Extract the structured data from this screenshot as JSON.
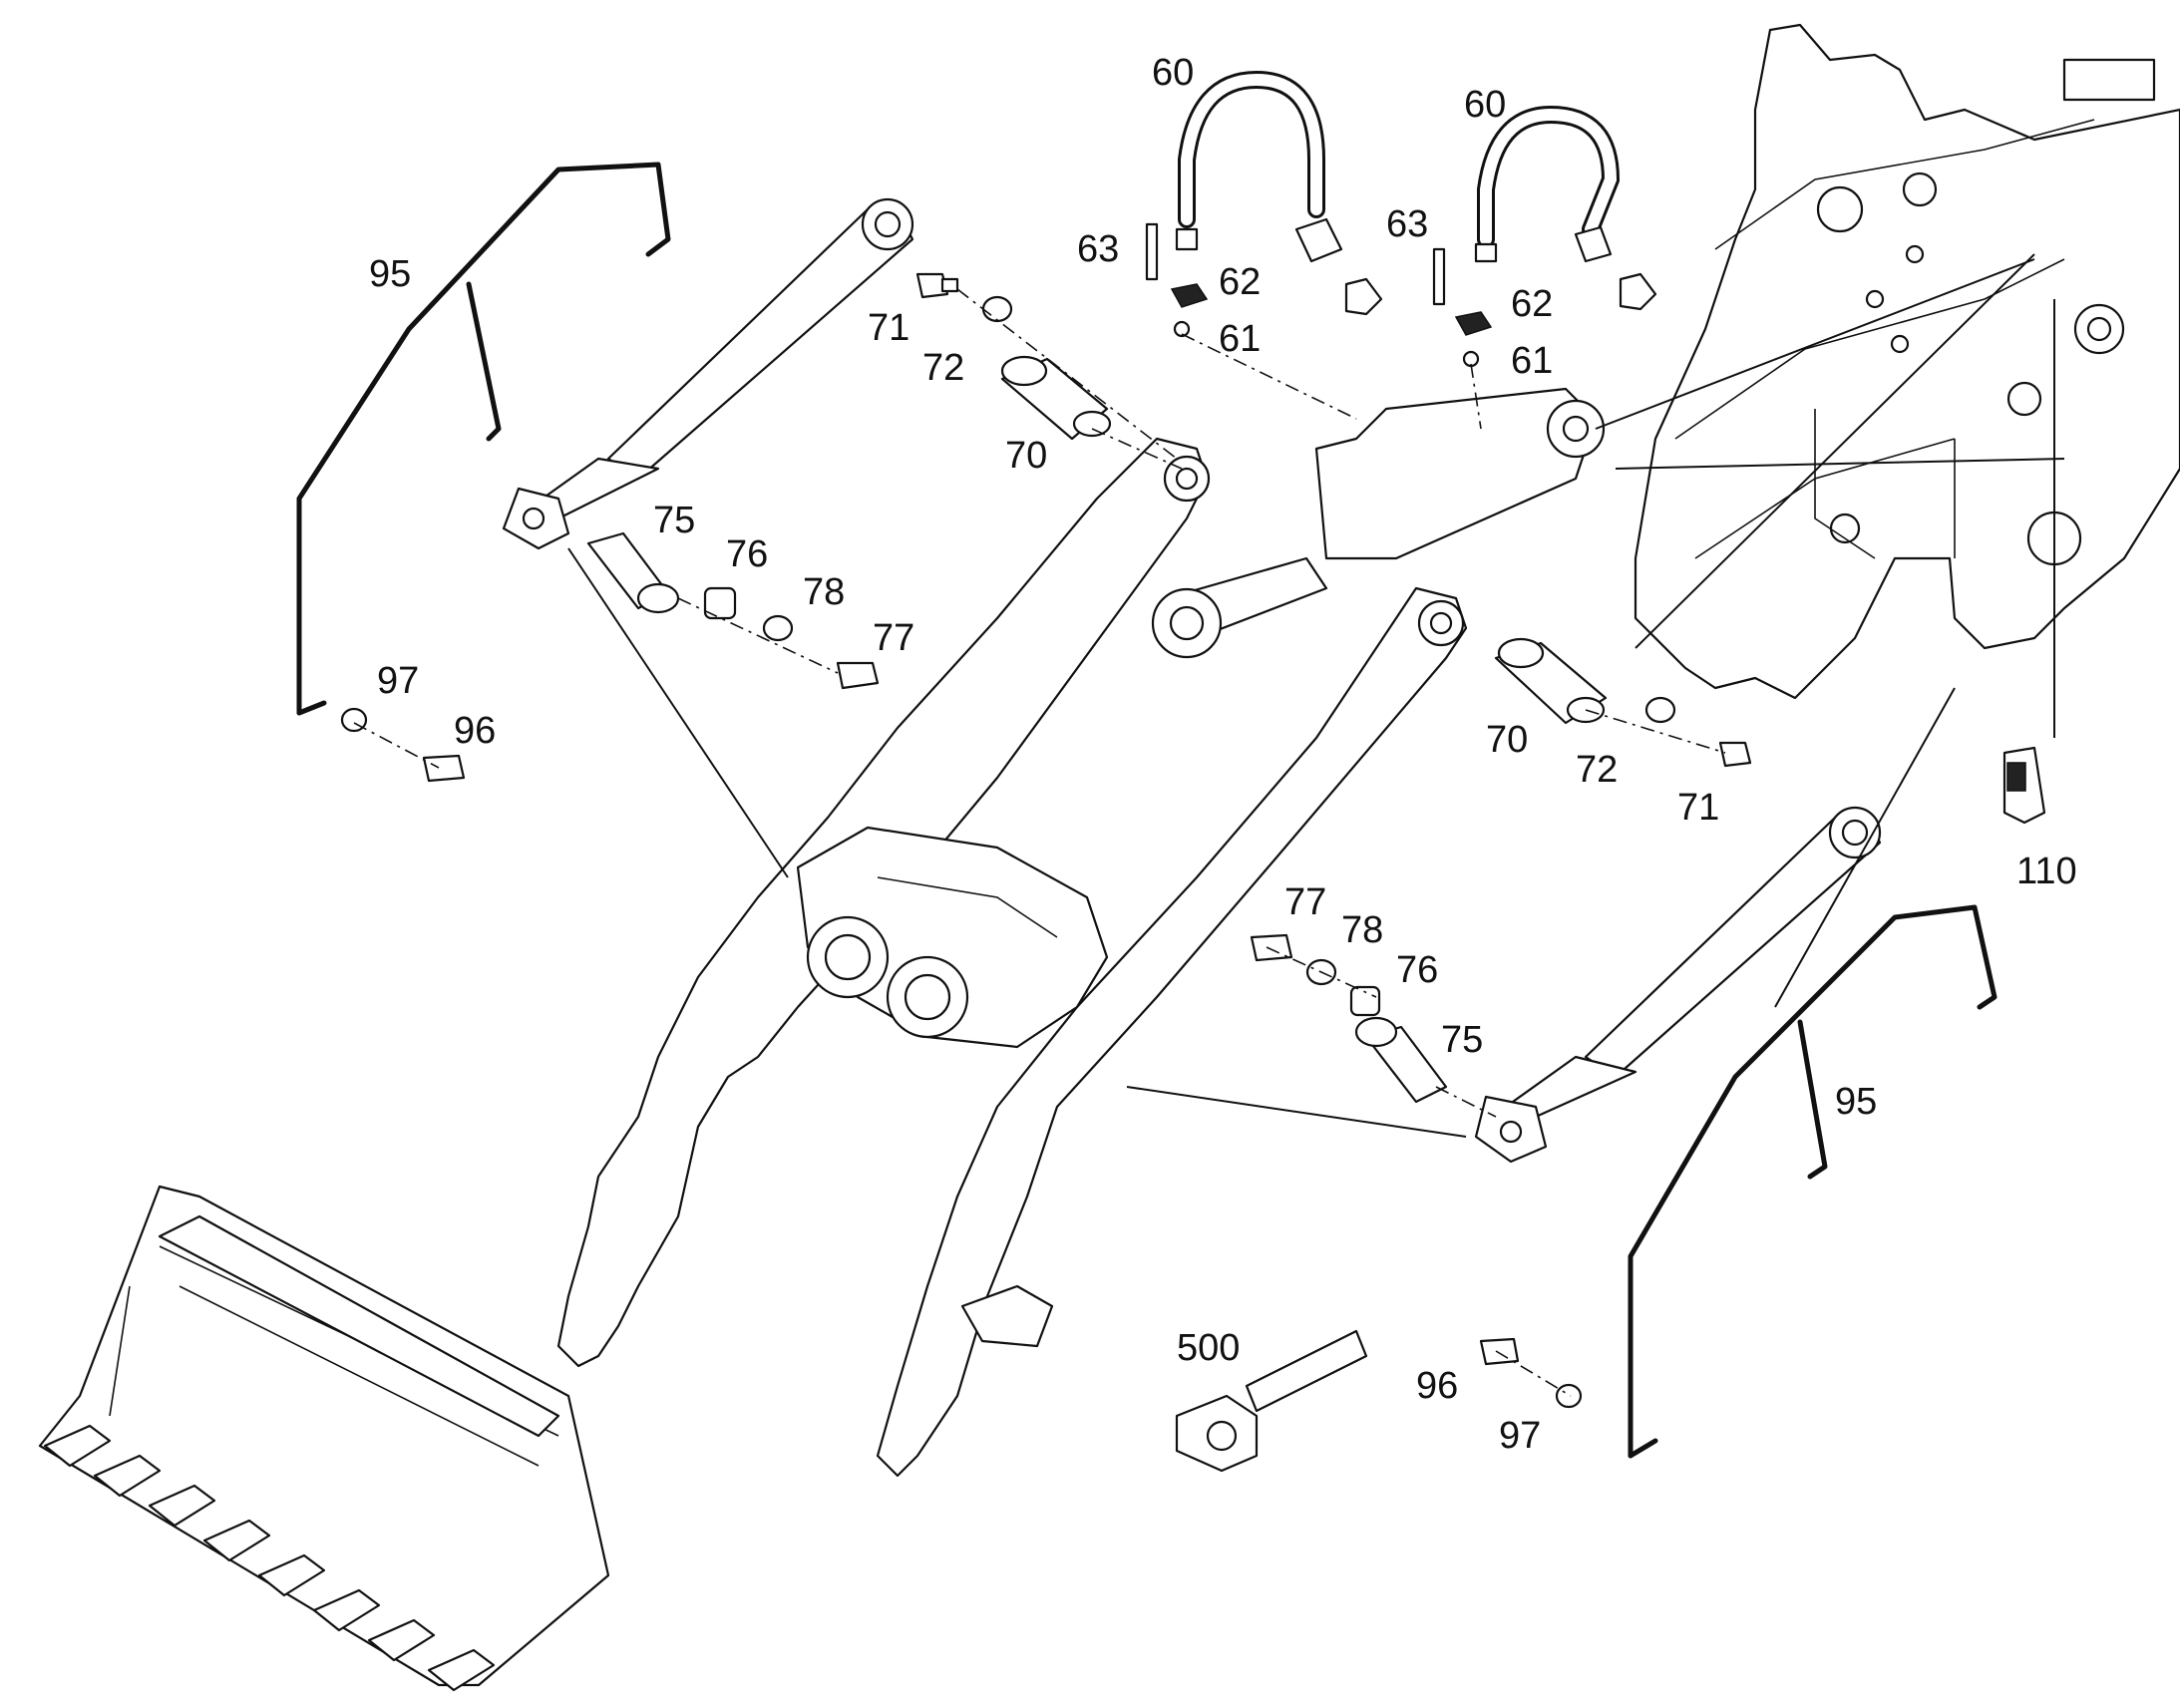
{
  "callouts": [
    {
      "id": "c60a",
      "text": "60"
    },
    {
      "id": "c60b",
      "text": "60"
    },
    {
      "id": "c63a",
      "text": "63"
    },
    {
      "id": "c63b",
      "text": "63"
    },
    {
      "id": "c62a",
      "text": "62"
    },
    {
      "id": "c62b",
      "text": "62"
    },
    {
      "id": "c61a",
      "text": "61"
    },
    {
      "id": "c61b",
      "text": "61"
    },
    {
      "id": "c71a",
      "text": "71"
    },
    {
      "id": "c72a",
      "text": "72"
    },
    {
      "id": "c70a",
      "text": "70"
    },
    {
      "id": "c70b",
      "text": "70"
    },
    {
      "id": "c72b",
      "text": "72"
    },
    {
      "id": "c71b",
      "text": "71"
    },
    {
      "id": "c95a",
      "text": "95"
    },
    {
      "id": "c95b",
      "text": "95"
    },
    {
      "id": "c75a",
      "text": "75"
    },
    {
      "id": "c76a",
      "text": "76"
    },
    {
      "id": "c78a",
      "text": "78"
    },
    {
      "id": "c77a",
      "text": "77"
    },
    {
      "id": "c97a",
      "text": "97"
    },
    {
      "id": "c96a",
      "text": "96"
    },
    {
      "id": "c77b",
      "text": "77"
    },
    {
      "id": "c78b",
      "text": "78"
    },
    {
      "id": "c76b",
      "text": "76"
    },
    {
      "id": "c75b",
      "text": "75"
    },
    {
      "id": "c110",
      "text": "110"
    },
    {
      "id": "c500",
      "text": "500"
    },
    {
      "id": "c96b",
      "text": "96"
    },
    {
      "id": "c97b",
      "text": "97"
    }
  ]
}
